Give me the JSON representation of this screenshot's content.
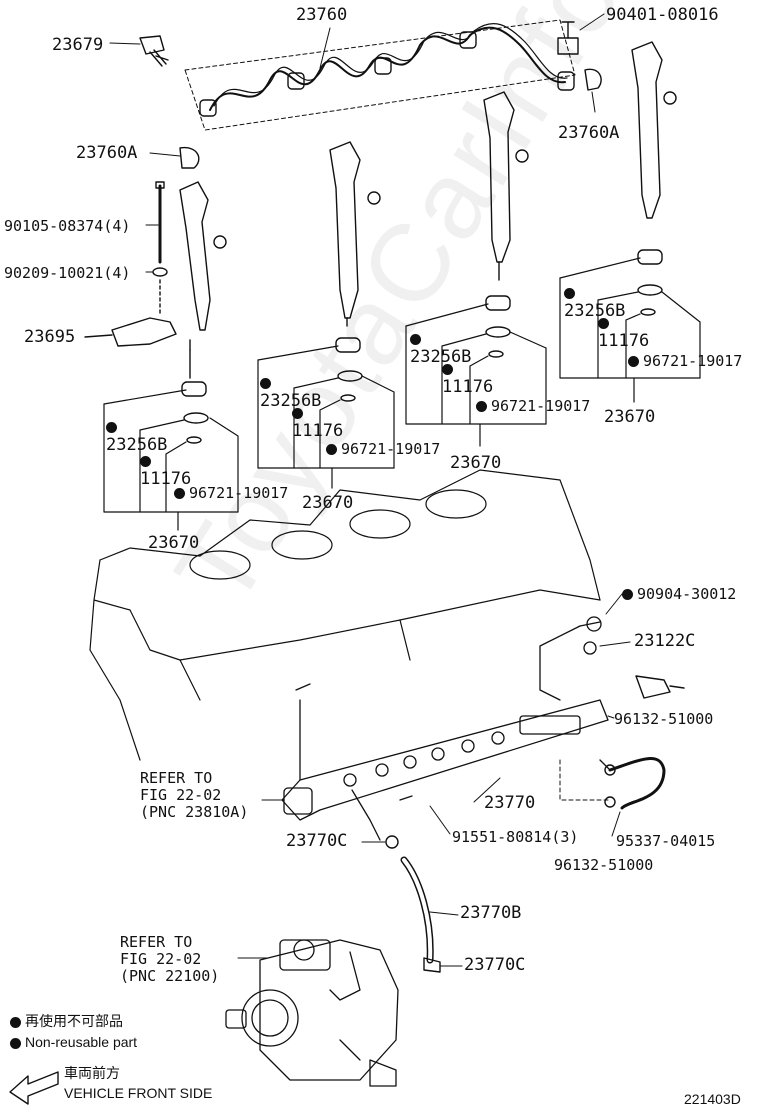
{
  "labels": {
    "n23760": "23760",
    "n90401": "90401-08016",
    "n23679": "23679",
    "n23760A_left": "23760A",
    "n23760A_right": "23760A",
    "n90105": "90105-08374(4)",
    "n90209": "90209-10021(4)",
    "n23695": "23695",
    "g1_23256B": "23256B",
    "g1_11176": "11176",
    "g1_96721": "96721-19017",
    "g1_23670": "23670",
    "g2_23256B": "23256B",
    "g2_11176": "11176",
    "g2_96721": "96721-19017",
    "g2_23670": "23670",
    "g3_23256B": "23256B",
    "g3_11176": "11176",
    "g3_96721": "96721-19017",
    "g3_23670": "23670",
    "g4_23256B": "23256B",
    "g4_11176": "11176",
    "g4_96721": "96721-19017",
    "g4_23670": "23670",
    "n90904": "90904-30012",
    "n23122C": "23122C",
    "n96132_top": "96132-51000",
    "n23770": "23770",
    "n91551": "91551-80814(3)",
    "n95337": "95337-04015",
    "n96132_bottom": "96132-51000",
    "n23770C_top": "23770C",
    "n23770B": "23770B",
    "n23770C_bottom": "23770C",
    "refer1_line1": "REFER TO",
    "refer1_line2": "FIG 22-02",
    "refer1_line3": "(PNC 23810A)",
    "refer2_line1": "REFER TO",
    "refer2_line2": "FIG 22-02",
    "refer2_line3": "(PNC 22100)"
  },
  "legend": {
    "jp_text": "再使用不可部品",
    "en_text": "Non-reusable part",
    "front_jp": "車両前方",
    "front_en": "VEHICLE FRONT SIDE"
  },
  "figure_id": "221403D",
  "watermark": "ToyotaCarInfo.ru",
  "colors": {
    "ink": "#111111",
    "watermark": "#d9d9d9"
  }
}
